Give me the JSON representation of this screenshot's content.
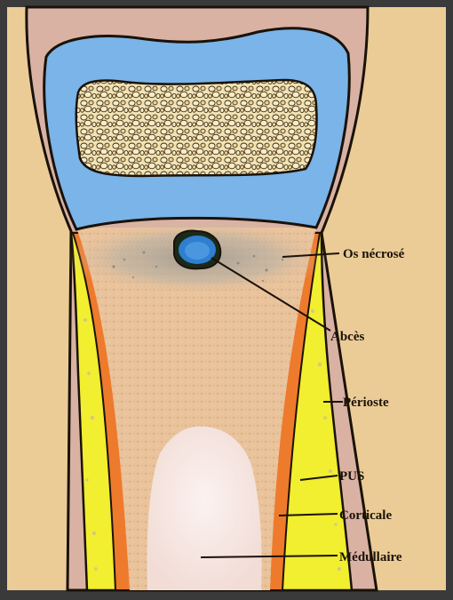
{
  "diagram": {
    "labels": {
      "os_necrose": "Os nécrosé",
      "abces": "Abcès",
      "perioste": "Périoste",
      "pus": "PUS",
      "corticale": "Corticale",
      "medullaire": "Médullaire"
    },
    "colors": {
      "frame": "#3a3a3a",
      "background": "#ebcc97",
      "epiphysis_pink": "#d9b2a4",
      "cartilage_blue": "#7ab4e8",
      "spongy_bone_fill": "#f2e2b5",
      "metaphysis_tan": "#e9c39c",
      "necrosis_grey": "#a7a39a",
      "abscess_blue": "#2f7fd0",
      "pus_yellow": "#f2ee30",
      "cortical_orange": "#ee7a2c",
      "marrow_pink": "#f7e9e6",
      "outline": "#1a1208"
    }
  }
}
